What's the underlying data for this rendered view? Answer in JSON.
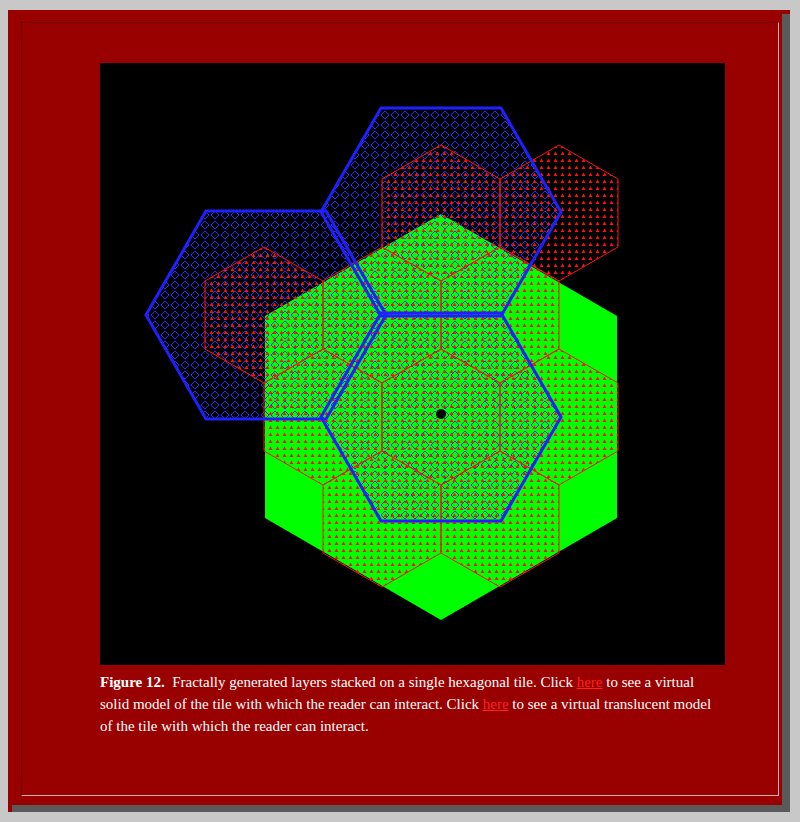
{
  "diagram": {
    "labels": [
      "Figure 12.",
      "Fractally generated layers stacked on a single hexagonal tile. Click",
      "here",
      "to see a virtual solid model of the tile with which the reader can interact. Click",
      "here",
      "to see a virtual translucent model of the tile with which the reader can interact."
    ]
  }
}
